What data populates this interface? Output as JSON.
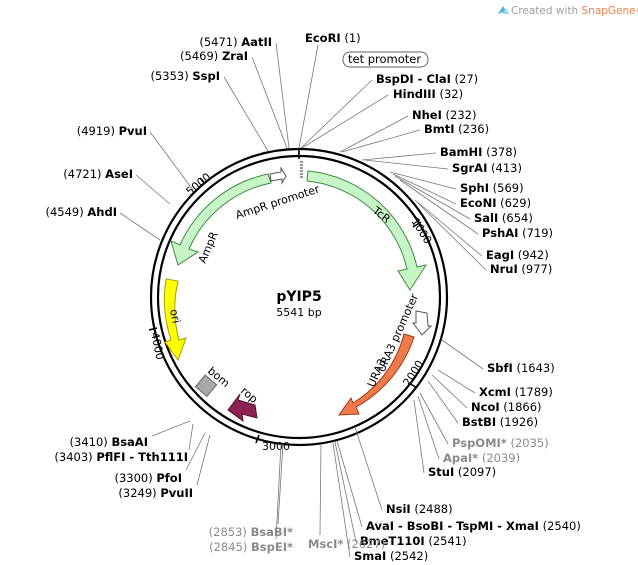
{
  "credit": {
    "prefix": "Created with ",
    "brand": "SnapGene®"
  },
  "plasmid": {
    "name": "pYIP5",
    "size": "5541 bp"
  },
  "ticks": [
    "1000",
    "2000",
    "3000",
    "4000",
    "5000"
  ],
  "features": {
    "tcr": "TcR",
    "ampr": "AmpR",
    "ampr_promoter": "AmpR promoter",
    "ura3": "URA3",
    "ura3_promoter": "URA3 promoter",
    "ori": "ori",
    "bom": "bom",
    "rop": "rop",
    "tet_promoter": "tet promoter"
  },
  "sites": [
    {
      "name": "EcoRI",
      "pos": "(1)"
    },
    {
      "name": "BspDI - ClaI",
      "pos": "(27)"
    },
    {
      "name": "HindIII",
      "pos": "(32)"
    },
    {
      "name": "NheI",
      "pos": "(232)"
    },
    {
      "name": "BmtI",
      "pos": "(236)"
    },
    {
      "name": "BamHI",
      "pos": "(378)"
    },
    {
      "name": "SgrAI",
      "pos": "(413)"
    },
    {
      "name": "SphI",
      "pos": "(569)"
    },
    {
      "name": "EcoNI",
      "pos": "(629)"
    },
    {
      "name": "SalI",
      "pos": "(654)"
    },
    {
      "name": "PshAI",
      "pos": "(719)"
    },
    {
      "name": "EagI",
      "pos": "(942)"
    },
    {
      "name": "NruI",
      "pos": "(977)"
    },
    {
      "name": "SbfI",
      "pos": "(1643)"
    },
    {
      "name": "XcmI",
      "pos": "(1789)"
    },
    {
      "name": "NcoI",
      "pos": "(1866)"
    },
    {
      "name": "BstBI",
      "pos": "(1926)"
    },
    {
      "name": "PspOMI*",
      "pos": "(2035)"
    },
    {
      "name": "ApaI*",
      "pos": "(2039)"
    },
    {
      "name": "StuI",
      "pos": "(2097)"
    },
    {
      "name": "NsiI",
      "pos": "(2488)"
    },
    {
      "name": "AvaI - BsoBI - TspMI - XmaI",
      "pos": "(2540)"
    },
    {
      "name": "BmeT110I",
      "pos": "(2541)"
    },
    {
      "name": "SmaI",
      "pos": "(2542)"
    },
    {
      "name": "MscI*",
      "pos": "(2627)"
    },
    {
      "name": "BsaBI*",
      "pos": "(2853)"
    },
    {
      "name": "BspEI*",
      "pos": "(2845)"
    },
    {
      "name": "PvuII",
      "pos": "(3249)"
    },
    {
      "name": "PfoI",
      "pos": "(3300)"
    },
    {
      "name": "PflFI - Tth111I",
      "pos": "(3403)"
    },
    {
      "name": "BsaAI",
      "pos": "(3410)"
    },
    {
      "name": "AhdI",
      "pos": "(4549)"
    },
    {
      "name": "AseI",
      "pos": "(4721)"
    },
    {
      "name": "PvuI",
      "pos": "(4919)"
    },
    {
      "name": "SspI",
      "pos": "(5353)"
    },
    {
      "name": "ZraI",
      "pos": "(5469)"
    },
    {
      "name": "AatII",
      "pos": "(5471)"
    }
  ],
  "colors": {
    "tcr": "#c8f5c8",
    "ampr": "#c8f5c8",
    "ura3": "#f07a4a",
    "ori": "#ffff00",
    "rop": "#8b2252",
    "bom": "#a9a9a9",
    "promoter": "#ffffff",
    "brand": "#f47c4a"
  }
}
